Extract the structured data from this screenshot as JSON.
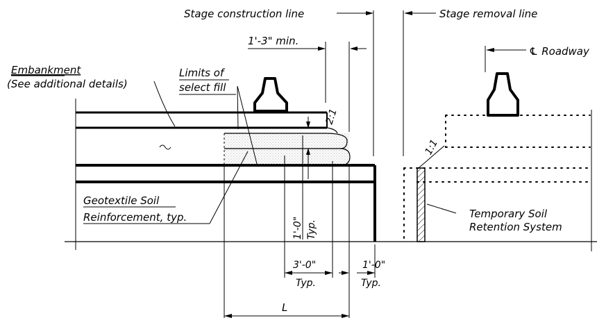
{
  "labels": {
    "stage_construction_line": "Stage construction line",
    "stage_removal_line": "Stage removal line",
    "roadway_centerline": "℄ Roadway",
    "dim_1ft3in_min": "1'-3\" min.",
    "embankment": "Embankment",
    "embankment_note": "(See additional details)",
    "limits_of": "Limits of",
    "select_fill": "select fill",
    "slope_2_1": "2:1",
    "slope_1_1": "1:1",
    "geotextile_line1": "Geotextile Soil",
    "geotextile_line2": "Reinforcement, typ.",
    "dim_1ft0in_vert": "1'-0\"",
    "typ_vert": "Typ.",
    "dim_3ft0in": "3'-0\"",
    "typ_3ft": "Typ.",
    "dim_1ft0in_horiz": "1'-0\"",
    "typ_1ft": "Typ.",
    "dim_L": "L",
    "temp_soil_line1": "Temporary Soil",
    "temp_soil_line2": "Retention System"
  }
}
